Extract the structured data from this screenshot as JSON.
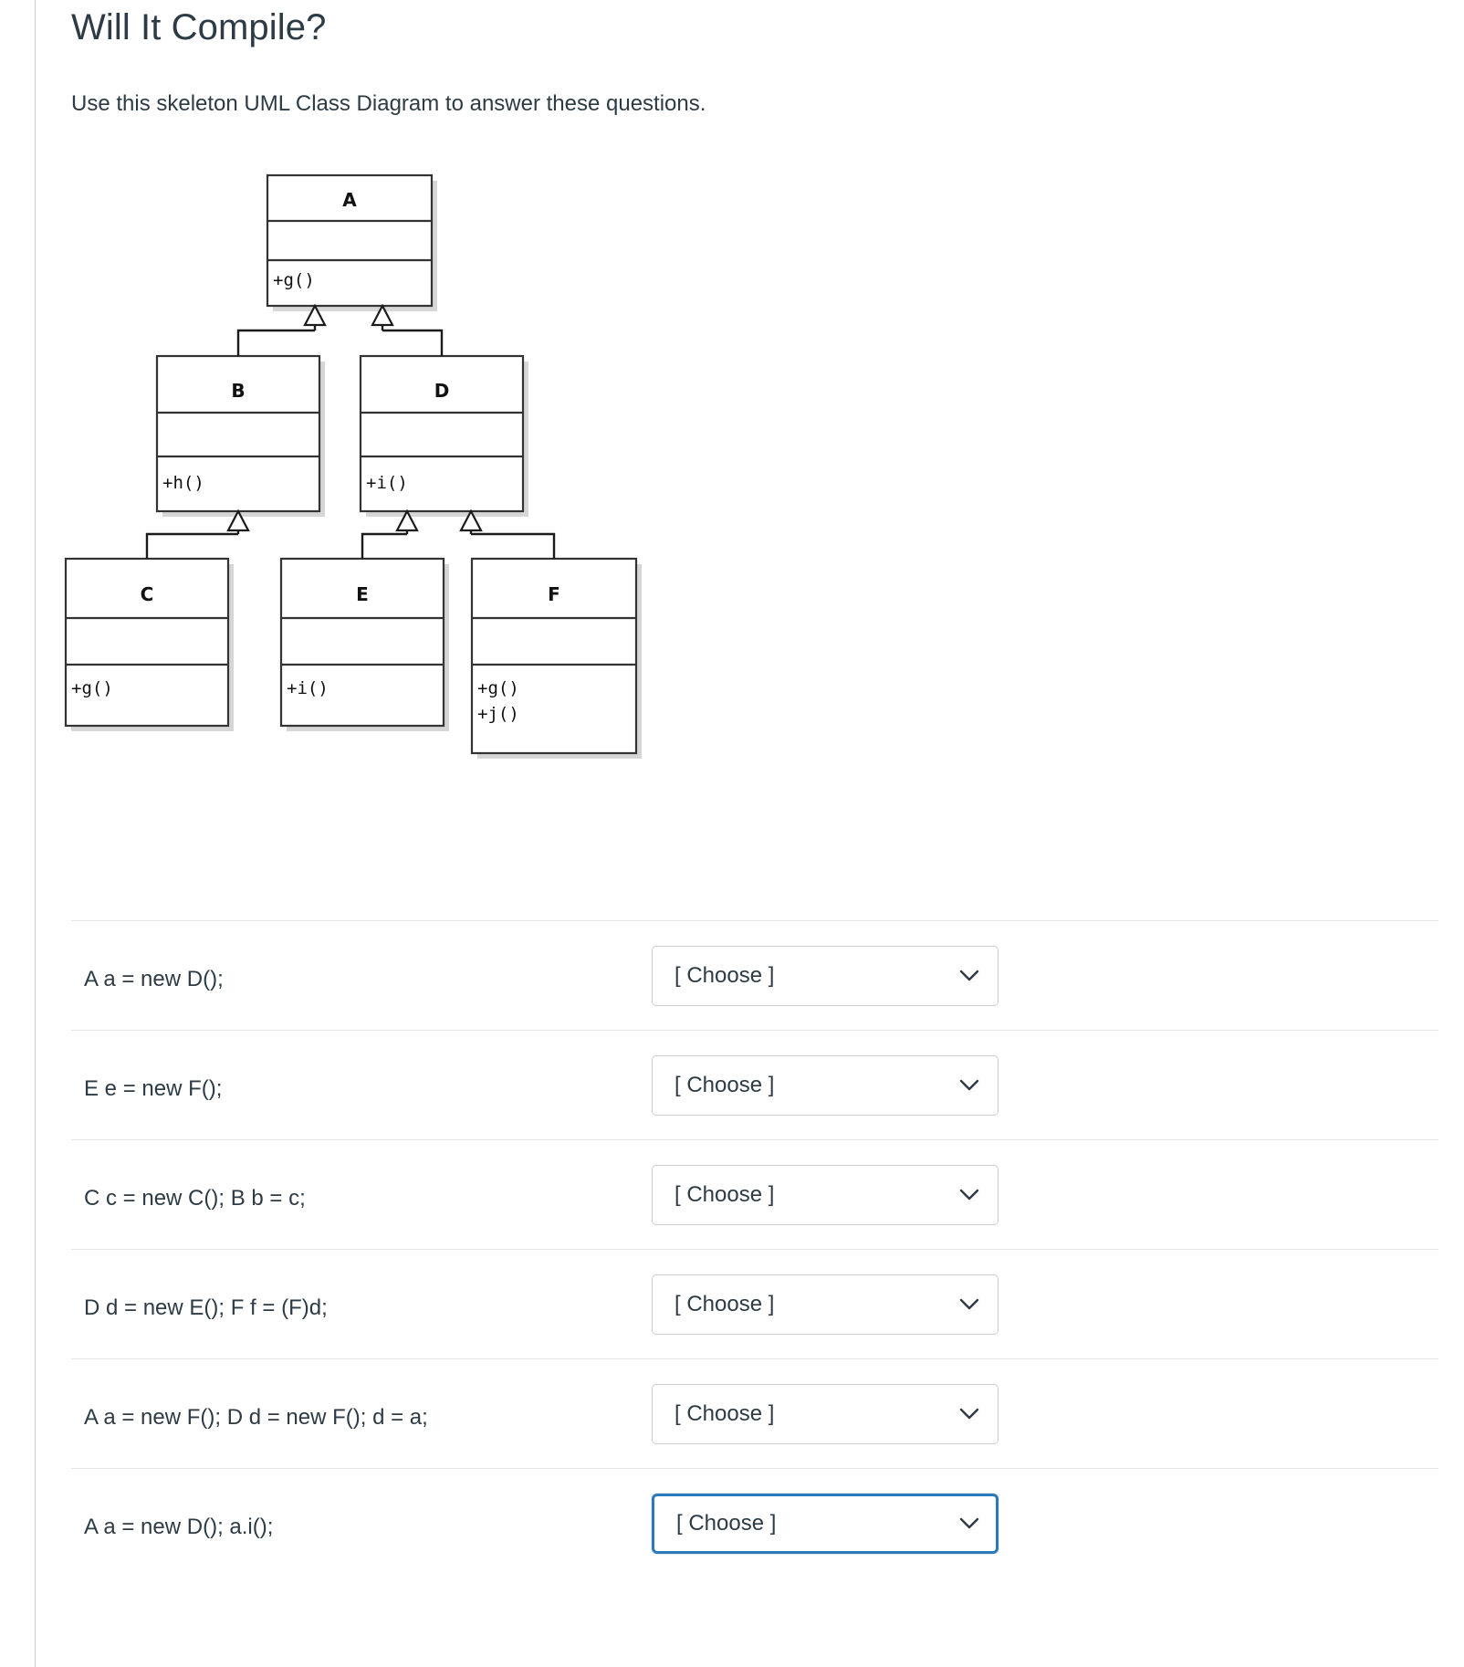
{
  "page": {
    "title": "Will It Compile?",
    "intro": "Use this skeleton UML Class Diagram to answer these questions."
  },
  "diagram": {
    "type": "uml-class-diagram",
    "classes": [
      {
        "id": "A",
        "name": "A",
        "attributes": [],
        "methods": [
          "+g()"
        ]
      },
      {
        "id": "B",
        "name": "B",
        "attributes": [],
        "methods": [
          "+h()"
        ]
      },
      {
        "id": "D",
        "name": "D",
        "attributes": [],
        "methods": [
          "+i()"
        ]
      },
      {
        "id": "C",
        "name": "C",
        "attributes": [],
        "methods": [
          "+g()"
        ]
      },
      {
        "id": "E",
        "name": "E",
        "attributes": [],
        "methods": [
          "+i()"
        ]
      },
      {
        "id": "F",
        "name": "F",
        "attributes": [],
        "methods": [
          "+g()",
          "+j()"
        ]
      }
    ],
    "generalizations": [
      {
        "child": "B",
        "parent": "A"
      },
      {
        "child": "D",
        "parent": "A"
      },
      {
        "child": "C",
        "parent": "B"
      },
      {
        "child": "E",
        "parent": "D"
      },
      {
        "child": "F",
        "parent": "D"
      }
    ]
  },
  "questions": [
    {
      "code": "A a = new D();",
      "answer": "[ Choose ]",
      "focused": false
    },
    {
      "code": "E e = new F();",
      "answer": "[ Choose ]",
      "focused": false
    },
    {
      "code": "C c = new C(); B b = c;",
      "answer": "[ Choose ]",
      "focused": false
    },
    {
      "code": "D d = new E(); F f = (F)d;",
      "answer": "[ Choose ]",
      "focused": false
    },
    {
      "code": "A a = new F(); D d = new F(); d = a;",
      "answer": "[ Choose ]",
      "focused": false
    },
    {
      "code": "A a = new D(); a.i();",
      "answer": "[ Choose ]",
      "focused": true
    }
  ],
  "colors": {
    "text": "#2d3b45",
    "border": "#c7cdd1",
    "divider": "#e3e5e7",
    "focus": "#2b7abc",
    "diagram_stroke": "#333333"
  },
  "icons": {
    "chevron_down": "chevron-down-icon"
  }
}
